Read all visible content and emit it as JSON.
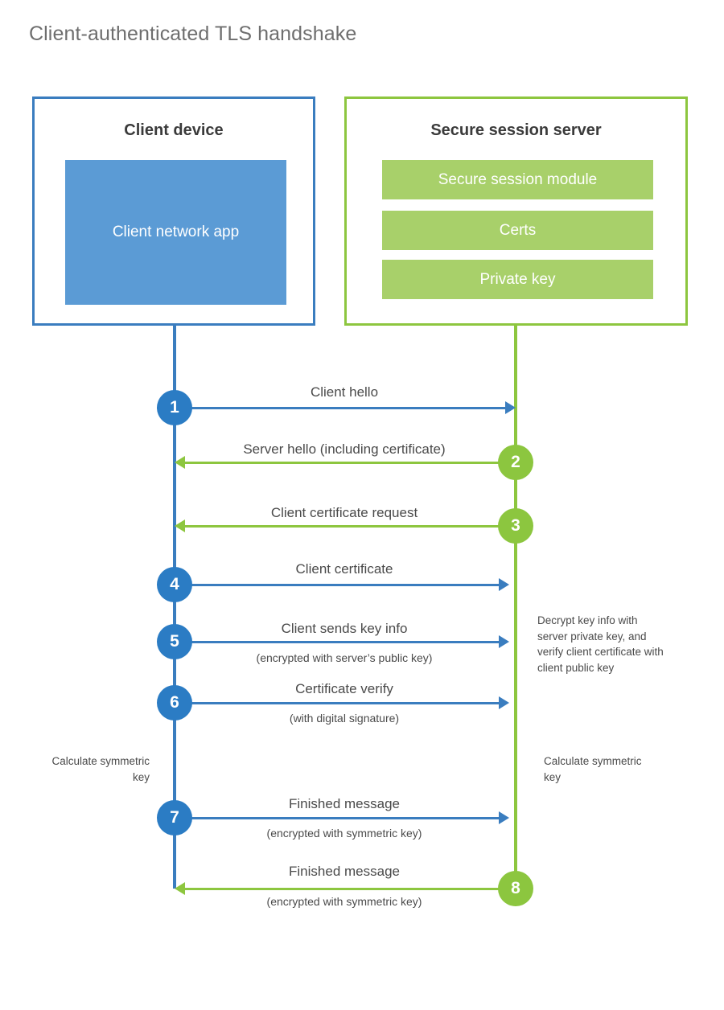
{
  "title": "Client-authenticated TLS handshake",
  "colors": {
    "client_border": "#3a7dbf",
    "client_fill": "#5b9bd5",
    "client_circle": "#2b7cc4",
    "server_border": "#8dc63f",
    "server_fill": "#a8d06a",
    "server_circle": "#8cc63f",
    "title_text": "#6e6e6e",
    "body_text": "#4a4a4a",
    "background": "#ffffff"
  },
  "client": {
    "title": "Client device",
    "app_label": "Client network app"
  },
  "server": {
    "title": "Secure session server",
    "modules": [
      {
        "label": "Secure session module"
      },
      {
        "label": "Certs"
      },
      {
        "label": "Private key"
      }
    ]
  },
  "steps": [
    {
      "number": "1",
      "label": "Client hello",
      "sublabel": "",
      "direction": "client-to-server",
      "color": "blue"
    },
    {
      "number": "2",
      "label": "Server hello (including certificate)",
      "sublabel": "",
      "direction": "server-to-client",
      "color": "green"
    },
    {
      "number": "3",
      "label": "Client certificate request",
      "sublabel": "",
      "direction": "server-to-client",
      "color": "green"
    },
    {
      "number": "4",
      "label": "Client certificate",
      "sublabel": "",
      "direction": "client-to-server",
      "color": "blue"
    },
    {
      "number": "5",
      "label": "Client sends key info",
      "sublabel": "(encrypted with server’s public key)",
      "direction": "client-to-server",
      "color": "blue"
    },
    {
      "number": "6",
      "label": "Certificate verify",
      "sublabel": "(with digital signature)",
      "direction": "client-to-server",
      "color": "blue"
    },
    {
      "number": "7",
      "label": "Finished message",
      "sublabel": "(encrypted with symmetric key)",
      "direction": "client-to-server",
      "color": "blue"
    },
    {
      "number": "8",
      "label": "Finished message",
      "sublabel": "(encrypted with symmetric key)",
      "direction": "server-to-client",
      "color": "green"
    }
  ],
  "notes": {
    "server_decrypt": "Decrypt key info with server private key, and verify client certificate with client public key",
    "client_calculate": "Calculate symmetric key",
    "server_calculate": "Calculate symmetric key"
  }
}
